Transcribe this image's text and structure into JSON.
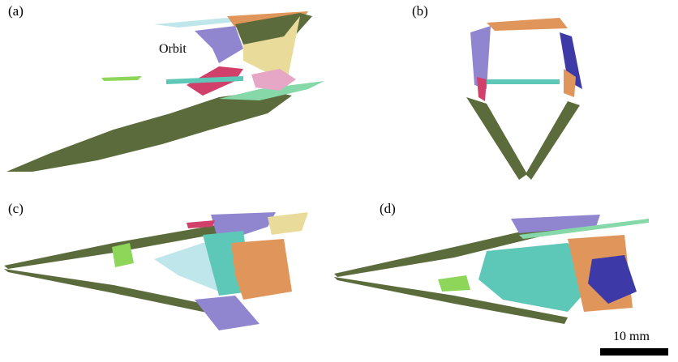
{
  "panels": [
    {
      "label": "(a)"
    },
    {
      "label": "(b)"
    },
    {
      "label": "(c)"
    },
    {
      "label": "(d)"
    }
  ],
  "annotations": {
    "orbit": "Orbit"
  },
  "scale_bar": {
    "label": "10 mm"
  },
  "colors": {
    "jaw": "#5b6b3b",
    "purple": "#8f86cf",
    "orange": "#e0955a",
    "yellow": "#e9dc9a",
    "teal": "#5ec8b8",
    "magenta": "#d0406a",
    "pink": "#e6a6c6",
    "lightblue": "#bfe6ea",
    "green": "#8ed65a",
    "darkblue": "#3d3aa8",
    "mint": "#86d8a8"
  }
}
